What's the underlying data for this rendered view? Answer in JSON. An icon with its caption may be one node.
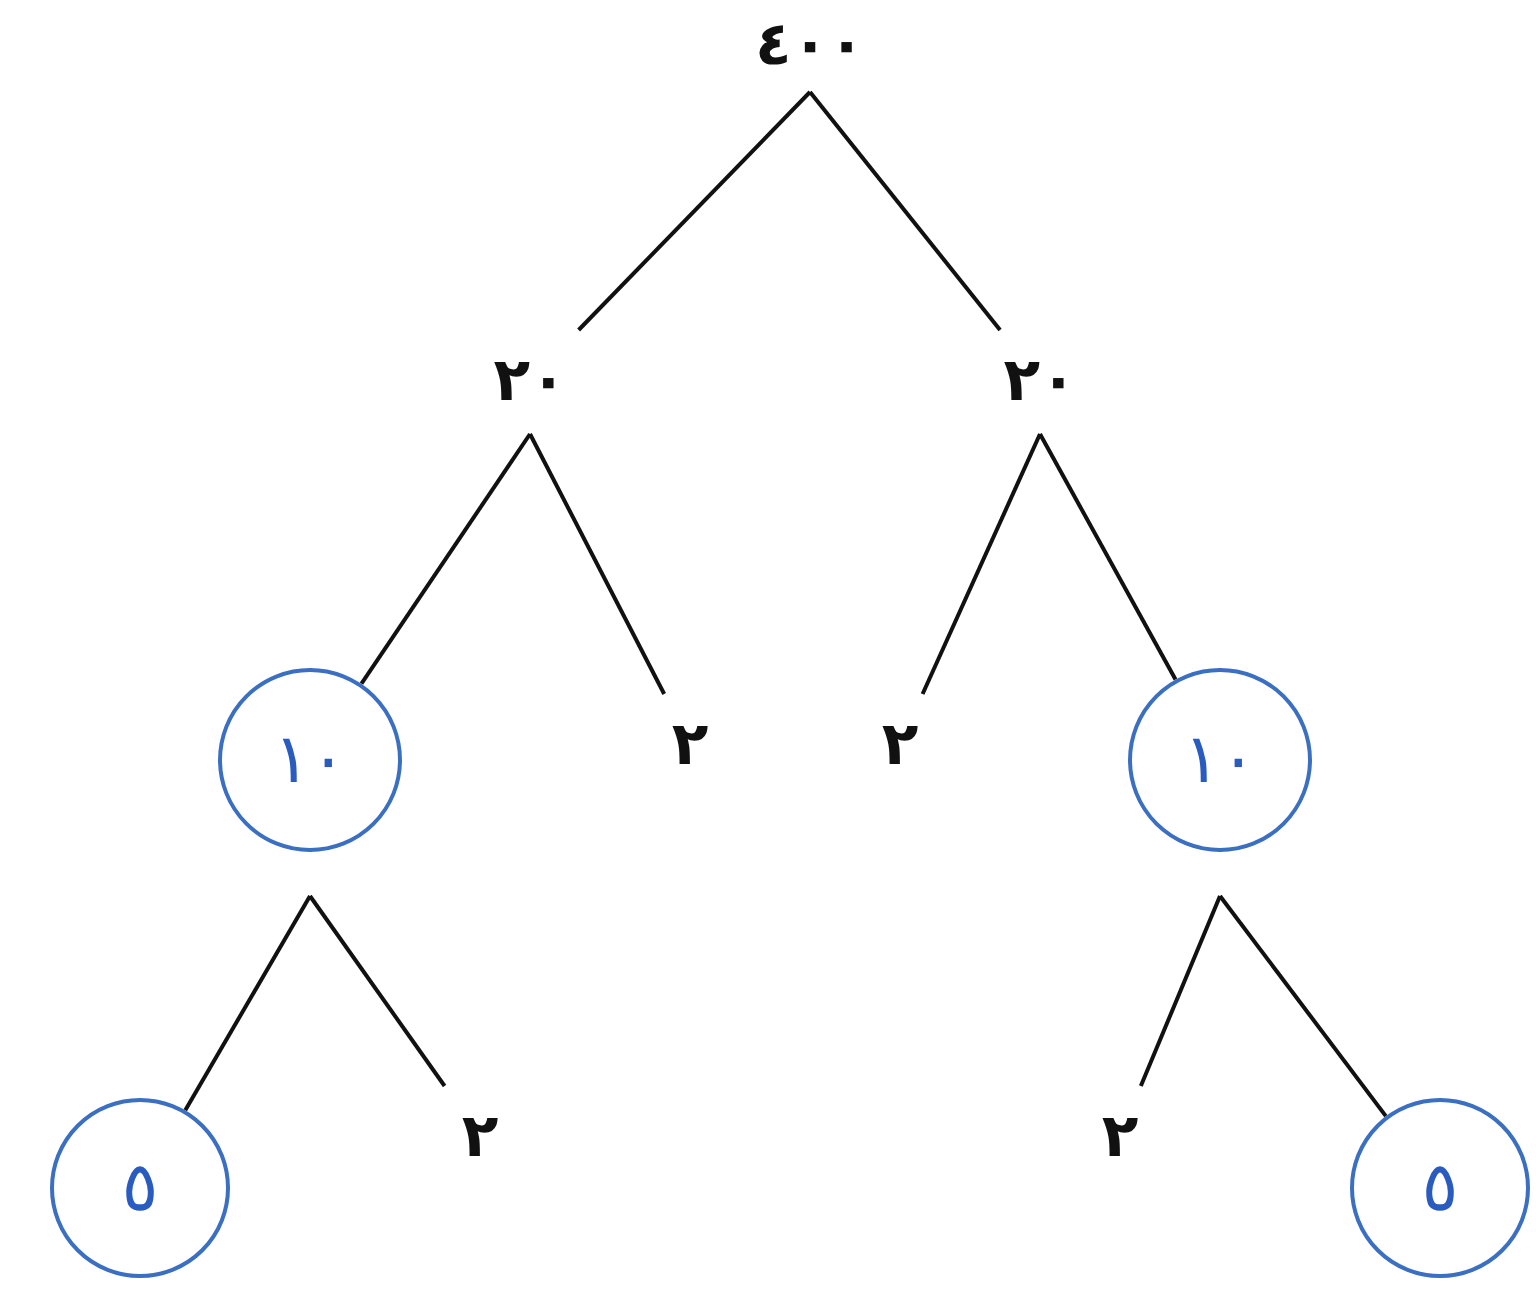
{
  "diagram": {
    "nodes": [
      {
        "text": [
          "٤٠٠"
        ]
      },
      {
        "text": [
          "٢٠"
        ]
      },
      {
        "text": [
          "٢٠"
        ]
      },
      {
        "text": [
          "١٠"
        ]
      },
      {
        "text": [
          "٢"
        ]
      },
      {
        "text": [
          "٢"
        ]
      },
      {
        "text": [
          "١٠"
        ]
      },
      {
        "text": [
          "٥"
        ]
      },
      {
        "text": [
          "٢"
        ]
      },
      {
        "text": [
          "٢"
        ]
      },
      {
        "text": [
          "٥"
        ]
      }
    ],
    "edges": [
      {
        "from": 0,
        "to": 1,
        "arrow": "none"
      },
      {
        "from": 0,
        "to": 2,
        "arrow": "none"
      },
      {
        "from": 1,
        "to": 3,
        "arrow": "none"
      },
      {
        "from": 1,
        "to": 4,
        "arrow": "none"
      },
      {
        "from": 2,
        "to": 5,
        "arrow": "none"
      },
      {
        "from": 2,
        "to": 6,
        "arrow": "none"
      },
      {
        "from": 3,
        "to": 7,
        "arrow": "none"
      },
      {
        "from": 3,
        "to": 8,
        "arrow": "none"
      },
      {
        "from": 6,
        "to": 9,
        "arrow": "none"
      },
      {
        "from": 6,
        "to": 10,
        "arrow": "none"
      }
    ]
  }
}
